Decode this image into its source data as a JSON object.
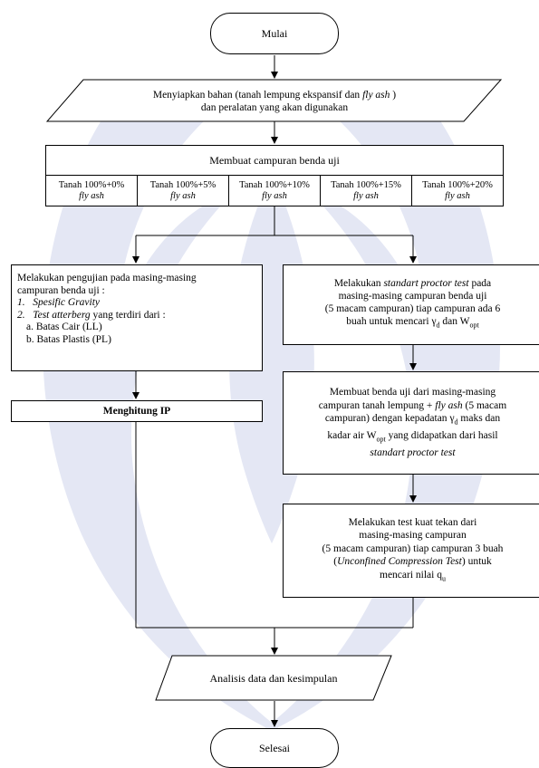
{
  "start": {
    "label": "Mulai"
  },
  "prepare": {
    "line1a": "Menyiapkan bahan (tanah lempung ekspansif dan ",
    "line1b": "fly ash",
    "line1c": " )",
    "line2": "dan peralatan yang akan digunakan"
  },
  "mix": {
    "title": "Membuat campuran benda uji",
    "cells": [
      {
        "line1": "Tanah 100%+0%",
        "line2": "fly ash"
      },
      {
        "line1": "Tanah 100%+5%",
        "line2": "fly ash"
      },
      {
        "line1": "Tanah 100%+10%",
        "line2": "fly ash"
      },
      {
        "line1": "Tanah 100%+15%",
        "line2": "fly ash"
      },
      {
        "line1": "Tanah 100%+20%",
        "line2": "fly ash"
      }
    ]
  },
  "tests": {
    "l1": "Melakukan pengujian pada masing-masing",
    "l2": "campuran benda uji :",
    "i1_num": "1.",
    "i1": "Spesific Gravity",
    "i2_num": "2.",
    "i2a": "Test atterberg",
    "i2b": " yang terdiri dari :",
    "a": "a. Batas Cair (LL)",
    "b": "b. Batas Plastis (PL)"
  },
  "ip": {
    "label": "Menghitung IP"
  },
  "proctor": {
    "l1a": "Melakukan ",
    "l1b": "standart proctor test",
    "l1c": " pada",
    "l2": "masing-masing campuran benda uji",
    "l3": "(5 macam campuran) tiap campuran ada 6",
    "l4a": "buah untuk mencari ",
    "gamma": "γ",
    "dsub": "d",
    "l4b": " dan W",
    "optsub": "opt"
  },
  "specimen": {
    "l1": "Membuat benda uji dari masing-masing",
    "l2a": "campuran tanah lempung + ",
    "l2b": "fly ash",
    "l2c": "  (5 macam",
    "l3": "campuran) dengan kepadatan ",
    "gamma": "γ",
    "dsub": "d",
    "l3b": " maks dan",
    "l4a": "kadar air W",
    "optsub": "opt",
    "l4b": " yang didapatkan dari hasil",
    "l5": "standart proctor test"
  },
  "ucs": {
    "l1": "Melakukan test kuat tekan dari",
    "l2": "masing-masing campuran",
    "l3": "(5 macam campuran) tiap campuran 3 buah",
    "l4a": "(",
    "l4b": "Unconfined Compression Test",
    "l4c": ") untuk",
    "l5a": "mencari nilai q",
    "usub": "u"
  },
  "analysis": {
    "label": "Analisis data dan kesimpulan"
  },
  "end": {
    "label": "Selesai"
  },
  "colors": {
    "watermark": "#e3e6f3",
    "stroke": "#000000"
  }
}
